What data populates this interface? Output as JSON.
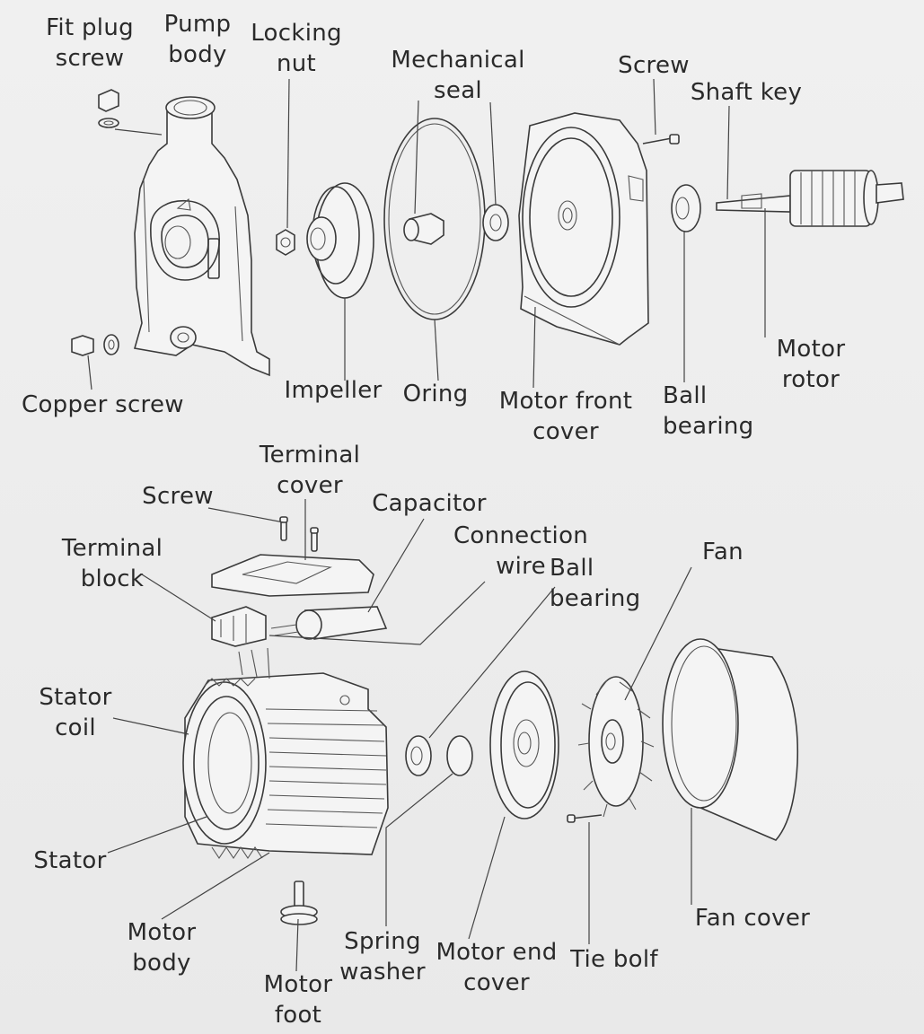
{
  "labels": {
    "fit_plug_screw": [
      "Fit plug",
      "screw"
    ],
    "pump_body": [
      "Pump",
      "body"
    ],
    "locking_nut": [
      "Locking",
      "nut"
    ],
    "mechanical_seal": [
      "Mechanical",
      "seal"
    ],
    "screw_top": "Screw",
    "shaft_key": "Shaft key",
    "motor_rotor": [
      "Motor",
      "rotor"
    ],
    "copper_screw": "Copper screw",
    "impeller": "Impeller",
    "oring": "Oring",
    "motor_front_cover": [
      "Motor front",
      "cover"
    ],
    "ball_bearing_top": [
      "Ball",
      "bearing"
    ],
    "terminal_cover": [
      "Terminal",
      "cover"
    ],
    "screw_bottom": "Screw",
    "capacitor": "Capacitor",
    "connection_wire": [
      "Connection",
      "wire"
    ],
    "ball_bearing_bottom": [
      "Ball",
      "bearing"
    ],
    "fan": "Fan",
    "terminal_block": [
      "Terminal",
      "block"
    ],
    "stator_coil": [
      "Stator",
      "coil"
    ],
    "stator": "Stator",
    "motor_body": [
      "Motor",
      "body"
    ],
    "motor_foot": [
      "Motor",
      "foot"
    ],
    "spring_washer": [
      "Spring",
      "washer"
    ],
    "motor_end_cover": [
      "Motor end",
      "cover"
    ],
    "tie_bolt": "Tie bolf",
    "fan_cover": "Fan cover"
  }
}
